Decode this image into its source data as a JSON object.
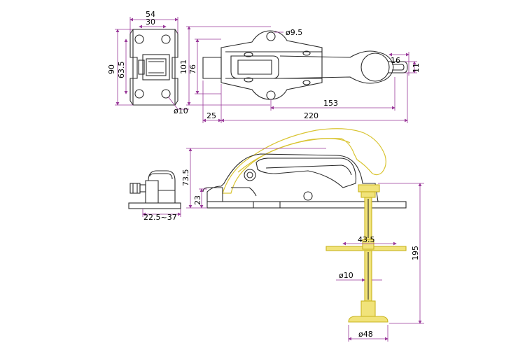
{
  "colors": {
    "dimension_line": "#9a3a9a",
    "outline": "#2b2b2b",
    "handle_open_position": "#d9c431",
    "rod_fill": "#f1e37a",
    "background": "#ffffff"
  },
  "dimensions": {
    "width_54": "54",
    "hole_spacing_30": "30",
    "height_90": "90",
    "height_63_5": "63.5",
    "hole_dia_10": "ø10",
    "height_101": "101",
    "height_76": "76",
    "hole_dia_9_5": "ø9.5",
    "slot_16": "16",
    "slot_11": "11",
    "length_153": "153",
    "offset_25": "25",
    "length_220": "220",
    "height_73_5": "73.5",
    "height_23": "23",
    "range_22_5_37": "22.5~37",
    "washer_43_5": "43.5",
    "rod_dia_10": "ø10",
    "length_195": "195",
    "foot_dia_48": "ø48"
  }
}
